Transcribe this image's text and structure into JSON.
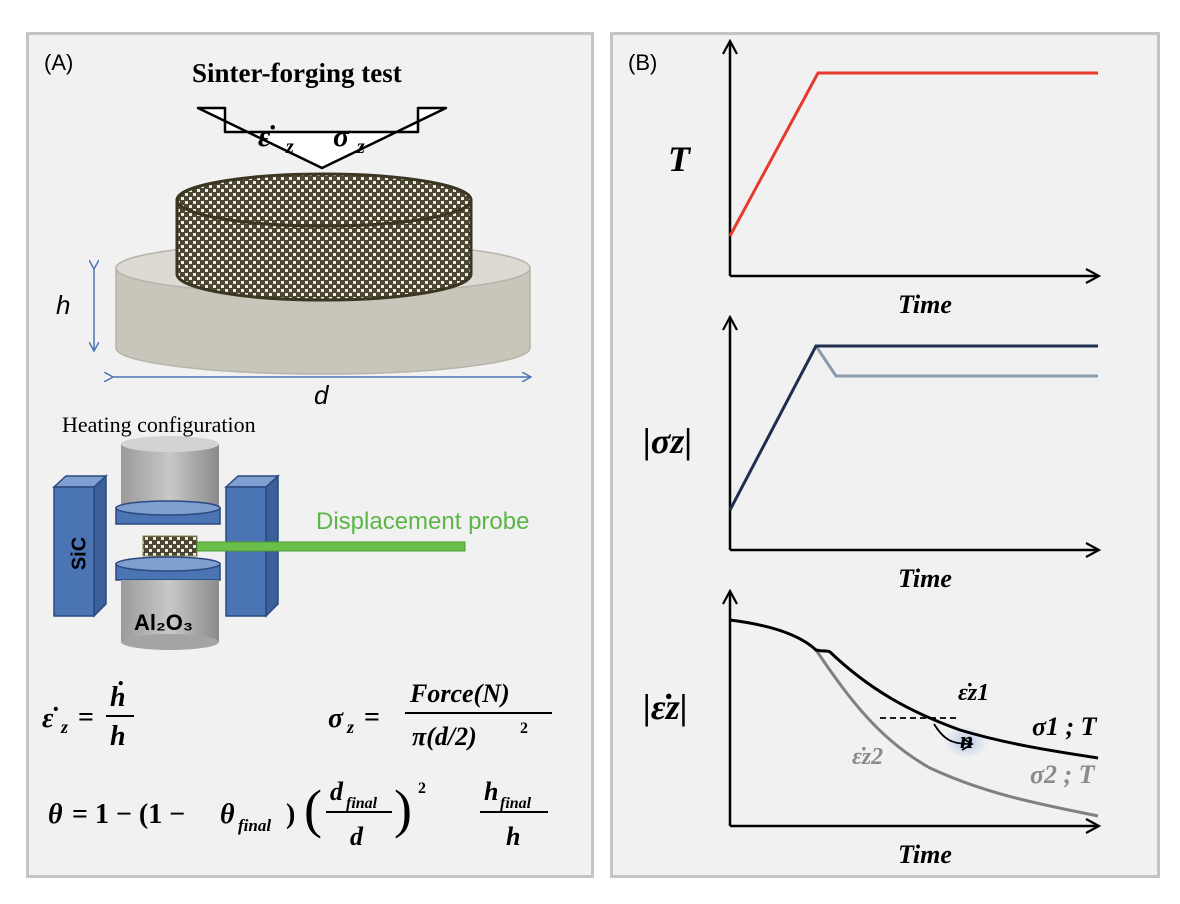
{
  "panel_a": {
    "label": "(A)",
    "title": "Sinter-forging test",
    "height_label": "h",
    "diameter_label": "d",
    "heating_caption": "Heating configuration",
    "sic_label": "SiC",
    "al2o3_label": "Al₂O₃",
    "probe_label": "Displacement probe",
    "colors": {
      "furnace_blue": "#4a74b4",
      "probe_green": "#6abf4b",
      "disk_gray": "#c8c5bb"
    }
  },
  "panel_b": {
    "label": "(B)",
    "graphs": [
      {
        "ylabel": "T",
        "xlabel": "Time",
        "color": "#e8392c"
      },
      {
        "ylabel": "|σz|",
        "xlabel": "Time",
        "colors": [
          "#1f2d4f",
          "#8a9bb0"
        ]
      },
      {
        "ylabel": "|ε̇z|",
        "xlabel": "Time",
        "annotations": {
          "eps1": "ε̇z1",
          "eps2": "ε̇z2",
          "n": "n",
          "series1": "σ1 ; T",
          "series2": "σ2 ; T"
        },
        "colors": [
          "#000000",
          "#808080"
        ]
      }
    ]
  }
}
